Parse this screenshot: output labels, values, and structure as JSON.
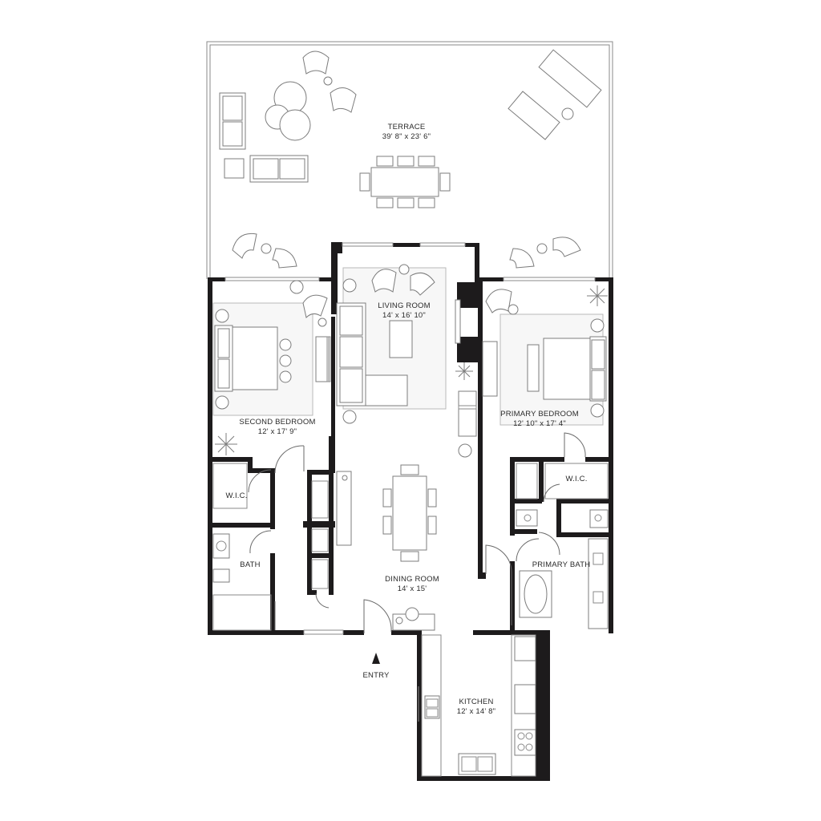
{
  "rooms": {
    "terrace": {
      "name": "TERRACE",
      "size": "39' 8\" x 23' 6\""
    },
    "living_room": {
      "name": "LIVING ROOM",
      "size": "14' x 16' 10\""
    },
    "second_bedroom": {
      "name": "SECOND BEDROOM",
      "size": "12' x 17' 9\""
    },
    "primary_bedroom": {
      "name": "PRIMARY BEDROOM",
      "size": "12' 10\" x 17' 4\""
    },
    "wic_left": {
      "name": "W.I.C."
    },
    "wic_right": {
      "name": "W.I.C."
    },
    "bath": {
      "name": "BATH"
    },
    "primary_bath": {
      "name": "PRIMARY BATH"
    },
    "dining_room": {
      "name": "DINING ROOM",
      "size": "14' x 15'"
    },
    "kitchen": {
      "name": "KITCHEN",
      "size": "12' x 14' 8\""
    }
  },
  "entry": {
    "label": "ENTRY"
  },
  "colors": {
    "wall": "#1d1b1c",
    "line": "#8a8a8a",
    "background": "#ffffff"
  }
}
